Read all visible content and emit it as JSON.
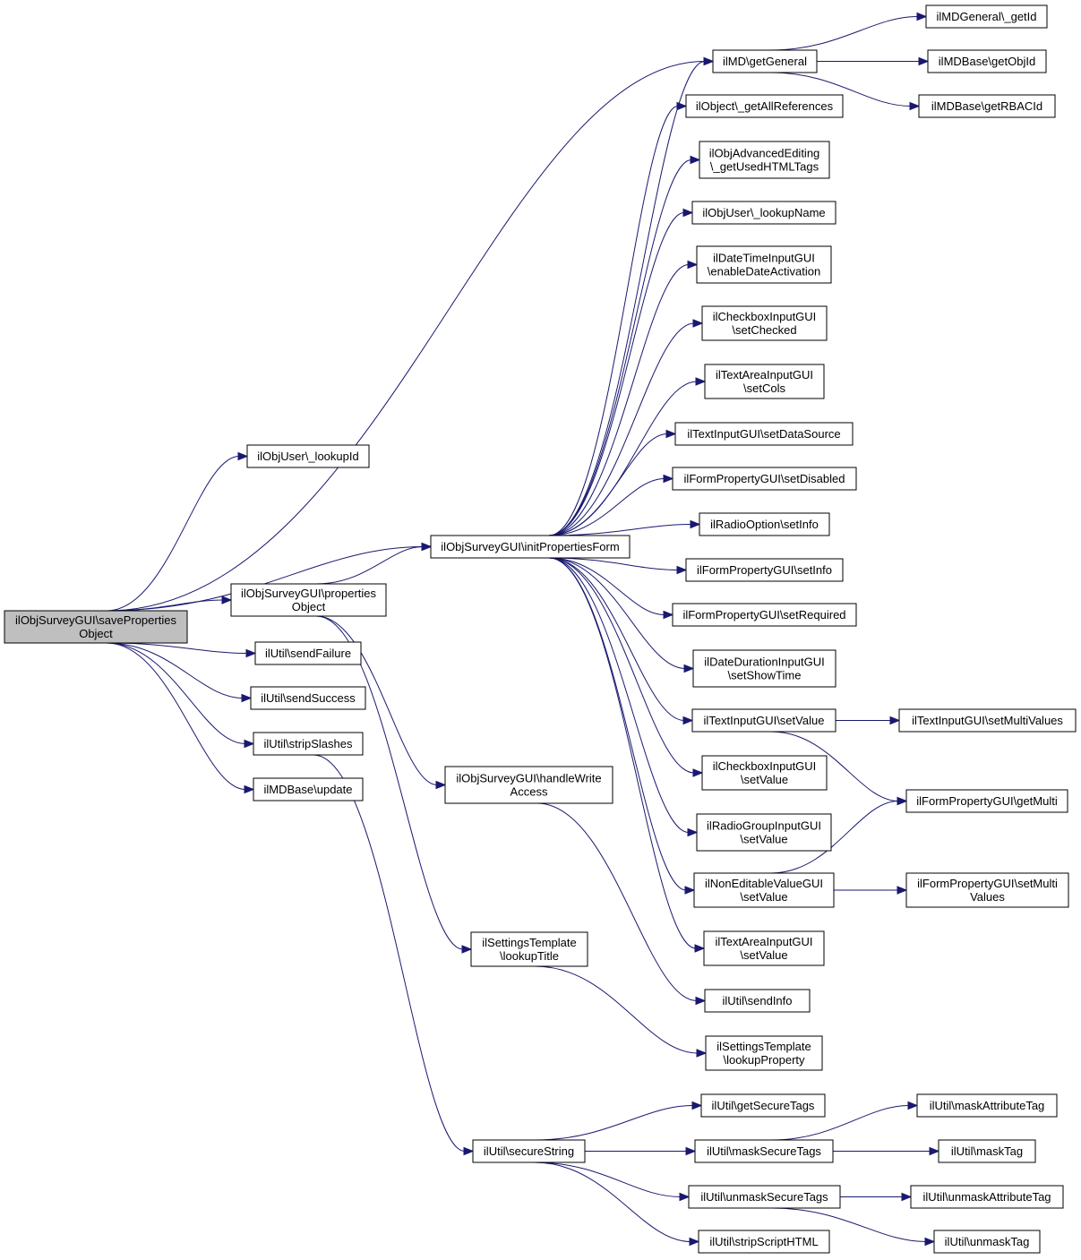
{
  "diagram": {
    "type": "call-graph",
    "colors": {
      "edge": "#191970",
      "root_fill": "#bfbfbf",
      "node_fill": "#ffffff",
      "border": "#000000"
    },
    "nodes": [
      {
        "id": "root",
        "lines": [
          "ilObjSurveyGUI\\saveProperties",
          "Object"
        ],
        "root": true
      },
      {
        "id": "lookupId",
        "lines": [
          "ilObjUser\\_lookupId"
        ]
      },
      {
        "id": "propertiesObject",
        "lines": [
          "ilObjSurveyGUI\\properties",
          "Object"
        ]
      },
      {
        "id": "sendFailure",
        "lines": [
          "ilUtil\\sendFailure"
        ]
      },
      {
        "id": "sendSuccess",
        "lines": [
          "ilUtil\\sendSuccess"
        ]
      },
      {
        "id": "stripSlashes",
        "lines": [
          "ilUtil\\stripSlashes"
        ]
      },
      {
        "id": "mdUpdate",
        "lines": [
          "ilMDBase\\update"
        ]
      },
      {
        "id": "initPropertiesForm",
        "lines": [
          "ilObjSurveyGUI\\initPropertiesForm"
        ]
      },
      {
        "id": "handleWriteAccess",
        "lines": [
          "ilObjSurveyGUI\\handleWrite",
          "Access"
        ]
      },
      {
        "id": "lookupTitle",
        "lines": [
          "ilSettingsTemplate",
          "\\lookupTitle"
        ]
      },
      {
        "id": "secureString",
        "lines": [
          "ilUtil\\secureString"
        ]
      },
      {
        "id": "getGeneral",
        "lines": [
          "ilMD\\getGeneral"
        ]
      },
      {
        "id": "getAllReferences",
        "lines": [
          "ilObject\\_getAllReferences"
        ]
      },
      {
        "id": "getUsedHTMLTags",
        "lines": [
          "ilObjAdvancedEditing",
          "\\_getUsedHTMLTags"
        ]
      },
      {
        "id": "lookupName",
        "lines": [
          "ilObjUser\\_lookupName"
        ]
      },
      {
        "id": "enableDateActivation",
        "lines": [
          "ilDateTimeInputGUI",
          "\\enableDateActivation"
        ]
      },
      {
        "id": "cbSetChecked",
        "lines": [
          "ilCheckboxInputGUI",
          "\\setChecked"
        ]
      },
      {
        "id": "taSetCols",
        "lines": [
          "ilTextAreaInputGUI",
          "\\setCols"
        ]
      },
      {
        "id": "setDataSource",
        "lines": [
          "ilTextInputGUI\\setDataSource"
        ]
      },
      {
        "id": "setDisabled",
        "lines": [
          "ilFormPropertyGUI\\setDisabled"
        ]
      },
      {
        "id": "roSetInfo",
        "lines": [
          "ilRadioOption\\setInfo"
        ]
      },
      {
        "id": "fpSetInfo",
        "lines": [
          "ilFormPropertyGUI\\setInfo"
        ]
      },
      {
        "id": "setRequired",
        "lines": [
          "ilFormPropertyGUI\\setRequired"
        ]
      },
      {
        "id": "setShowTime",
        "lines": [
          "ilDateDurationInputGUI",
          "\\setShowTime"
        ]
      },
      {
        "id": "tiSetValue",
        "lines": [
          "ilTextInputGUI\\setValue"
        ]
      },
      {
        "id": "cbSetValue",
        "lines": [
          "ilCheckboxInputGUI",
          "\\setValue"
        ]
      },
      {
        "id": "rgSetValue",
        "lines": [
          "ilRadioGroupInputGUI",
          "\\setValue"
        ]
      },
      {
        "id": "neSetValue",
        "lines": [
          "ilNonEditableValueGUI",
          "\\setValue"
        ]
      },
      {
        "id": "taSetValue",
        "lines": [
          "ilTextAreaInputGUI",
          "\\setValue"
        ]
      },
      {
        "id": "sendInfo",
        "lines": [
          "ilUtil\\sendInfo"
        ]
      },
      {
        "id": "lookupProperty",
        "lines": [
          "ilSettingsTemplate",
          "\\lookupProperty"
        ]
      },
      {
        "id": "getSecureTags",
        "lines": [
          "ilUtil\\getSecureTags"
        ]
      },
      {
        "id": "maskSecureTags",
        "lines": [
          "ilUtil\\maskSecureTags"
        ]
      },
      {
        "id": "unmaskSecureTags",
        "lines": [
          "ilUtil\\unmaskSecureTags"
        ]
      },
      {
        "id": "stripScriptHTML",
        "lines": [
          "ilUtil\\stripScriptHTML"
        ]
      },
      {
        "id": "mdGenGetId",
        "lines": [
          "ilMDGeneral\\_getId"
        ]
      },
      {
        "id": "getObjId",
        "lines": [
          "ilMDBase\\getObjId"
        ]
      },
      {
        "id": "getRBACId",
        "lines": [
          "ilMDBase\\getRBACId"
        ]
      },
      {
        "id": "setMultiValues",
        "lines": [
          "ilTextInputGUI\\setMultiValues"
        ]
      },
      {
        "id": "getMulti",
        "lines": [
          "ilFormPropertyGUI\\getMulti"
        ]
      },
      {
        "id": "fpSetMultiValues",
        "lines": [
          "ilFormPropertyGUI\\setMulti",
          "Values"
        ]
      },
      {
        "id": "maskAttributeTag",
        "lines": [
          "ilUtil\\maskAttributeTag"
        ]
      },
      {
        "id": "maskTag",
        "lines": [
          "ilUtil\\maskTag"
        ]
      },
      {
        "id": "unmaskAttributeTag",
        "lines": [
          "ilUtil\\unmaskAttributeTag"
        ]
      },
      {
        "id": "unmaskTag",
        "lines": [
          "ilUtil\\unmaskTag"
        ]
      }
    ],
    "edges": [
      [
        "root",
        "lookupId"
      ],
      [
        "root",
        "getGeneral"
      ],
      [
        "root",
        "initPropertiesForm"
      ],
      [
        "root",
        "propertiesObject"
      ],
      [
        "root",
        "sendFailure"
      ],
      [
        "root",
        "sendSuccess"
      ],
      [
        "root",
        "stripSlashes"
      ],
      [
        "root",
        "mdUpdate"
      ],
      [
        "propertiesObject",
        "initPropertiesForm"
      ],
      [
        "propertiesObject",
        "handleWriteAccess"
      ],
      [
        "propertiesObject",
        "lookupTitle"
      ],
      [
        "stripSlashes",
        "secureString"
      ],
      [
        "handleWriteAccess",
        "sendInfo"
      ],
      [
        "lookupTitle",
        "lookupProperty"
      ],
      [
        "initPropertiesForm",
        "getGeneral"
      ],
      [
        "initPropertiesForm",
        "getAllReferences"
      ],
      [
        "initPropertiesForm",
        "getUsedHTMLTags"
      ],
      [
        "initPropertiesForm",
        "lookupName"
      ],
      [
        "initPropertiesForm",
        "enableDateActivation"
      ],
      [
        "initPropertiesForm",
        "cbSetChecked"
      ],
      [
        "initPropertiesForm",
        "taSetCols"
      ],
      [
        "initPropertiesForm",
        "setDataSource"
      ],
      [
        "initPropertiesForm",
        "setDisabled"
      ],
      [
        "initPropertiesForm",
        "roSetInfo"
      ],
      [
        "initPropertiesForm",
        "fpSetInfo"
      ],
      [
        "initPropertiesForm",
        "setRequired"
      ],
      [
        "initPropertiesForm",
        "setShowTime"
      ],
      [
        "initPropertiesForm",
        "tiSetValue"
      ],
      [
        "initPropertiesForm",
        "cbSetValue"
      ],
      [
        "initPropertiesForm",
        "rgSetValue"
      ],
      [
        "initPropertiesForm",
        "neSetValue"
      ],
      [
        "initPropertiesForm",
        "taSetValue"
      ],
      [
        "getGeneral",
        "mdGenGetId"
      ],
      [
        "getGeneral",
        "getObjId"
      ],
      [
        "getGeneral",
        "getRBACId"
      ],
      [
        "tiSetValue",
        "setMultiValues"
      ],
      [
        "tiSetValue",
        "getMulti"
      ],
      [
        "neSetValue",
        "getMulti"
      ],
      [
        "neSetValue",
        "fpSetMultiValues"
      ],
      [
        "secureString",
        "getSecureTags"
      ],
      [
        "secureString",
        "maskSecureTags"
      ],
      [
        "secureString",
        "unmaskSecureTags"
      ],
      [
        "secureString",
        "stripScriptHTML"
      ],
      [
        "maskSecureTags",
        "maskAttributeTag"
      ],
      [
        "maskSecureTags",
        "maskTag"
      ],
      [
        "unmaskSecureTags",
        "unmaskAttributeTag"
      ],
      [
        "unmaskSecureTags",
        "unmaskTag"
      ]
    ]
  }
}
